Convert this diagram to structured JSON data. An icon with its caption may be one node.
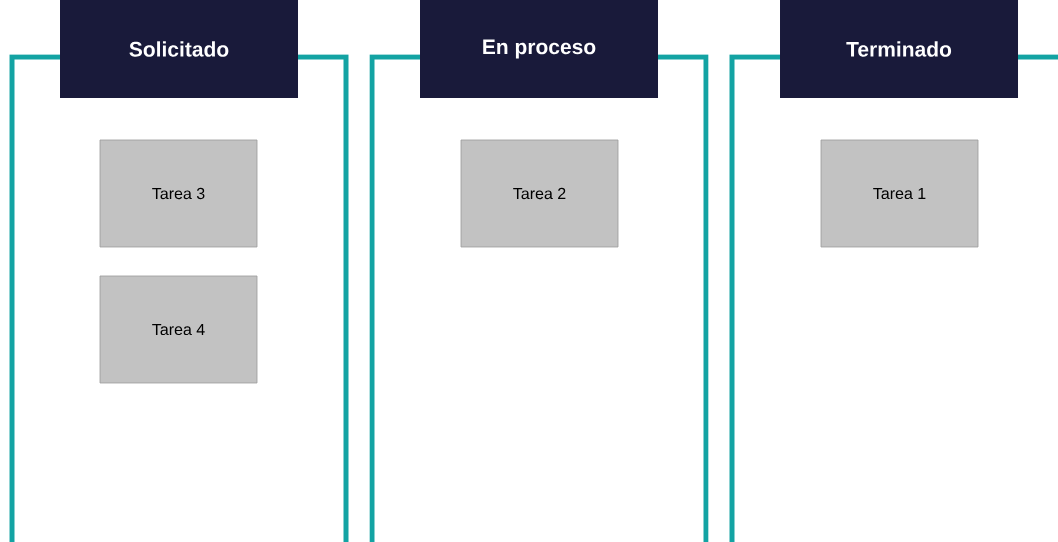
{
  "diagram": {
    "nodes": [
      {
        "text": [
          "Solicitado"
        ]
      },
      {
        "text": [
          "Tarea 3"
        ],
        "in": 0
      },
      {
        "text": [
          "Tarea 4"
        ],
        "in": 0
      },
      {
        "text": [
          "En proceso"
        ]
      },
      {
        "text": [
          "Tarea 2"
        ],
        "in": 3
      },
      {
        "text": [
          "Terminado"
        ]
      },
      {
        "text": [
          "Tarea 1"
        ],
        "in": 5
      }
    ]
  }
}
